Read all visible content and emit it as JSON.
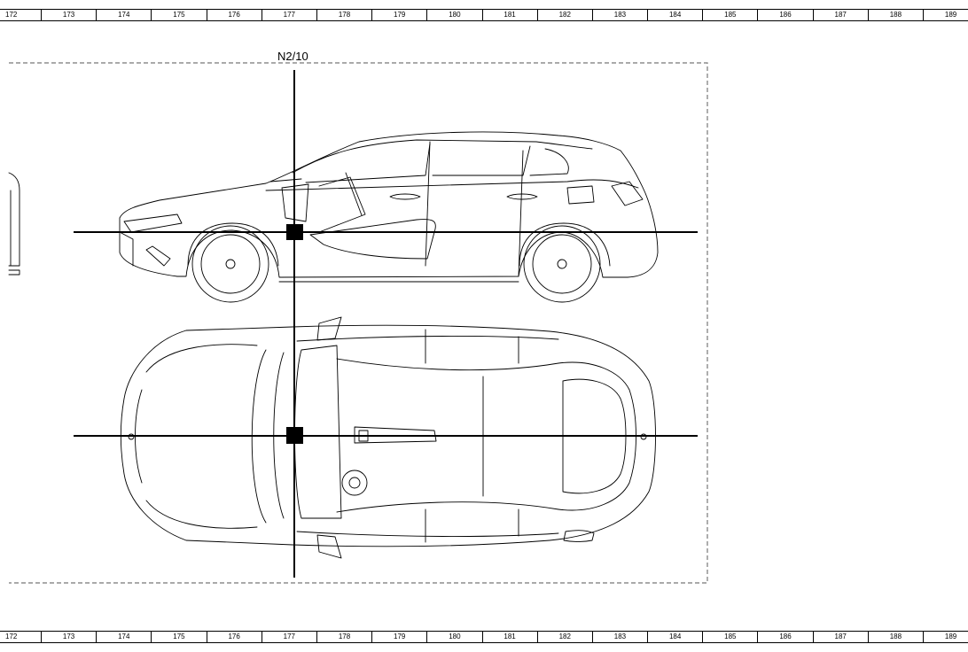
{
  "ruler": {
    "ticks": [
      "172",
      "173",
      "174",
      "175",
      "176",
      "177",
      "178",
      "179",
      "180",
      "181",
      "182",
      "183",
      "184",
      "185",
      "186",
      "187",
      "188",
      "189"
    ]
  },
  "diagram": {
    "position_label": "N2/10",
    "icons": {
      "marker": "square-marker-icon",
      "crosshair": "crosshair-icon",
      "car_side": "car-side-view-icon",
      "car_top": "car-top-view-icon"
    }
  }
}
